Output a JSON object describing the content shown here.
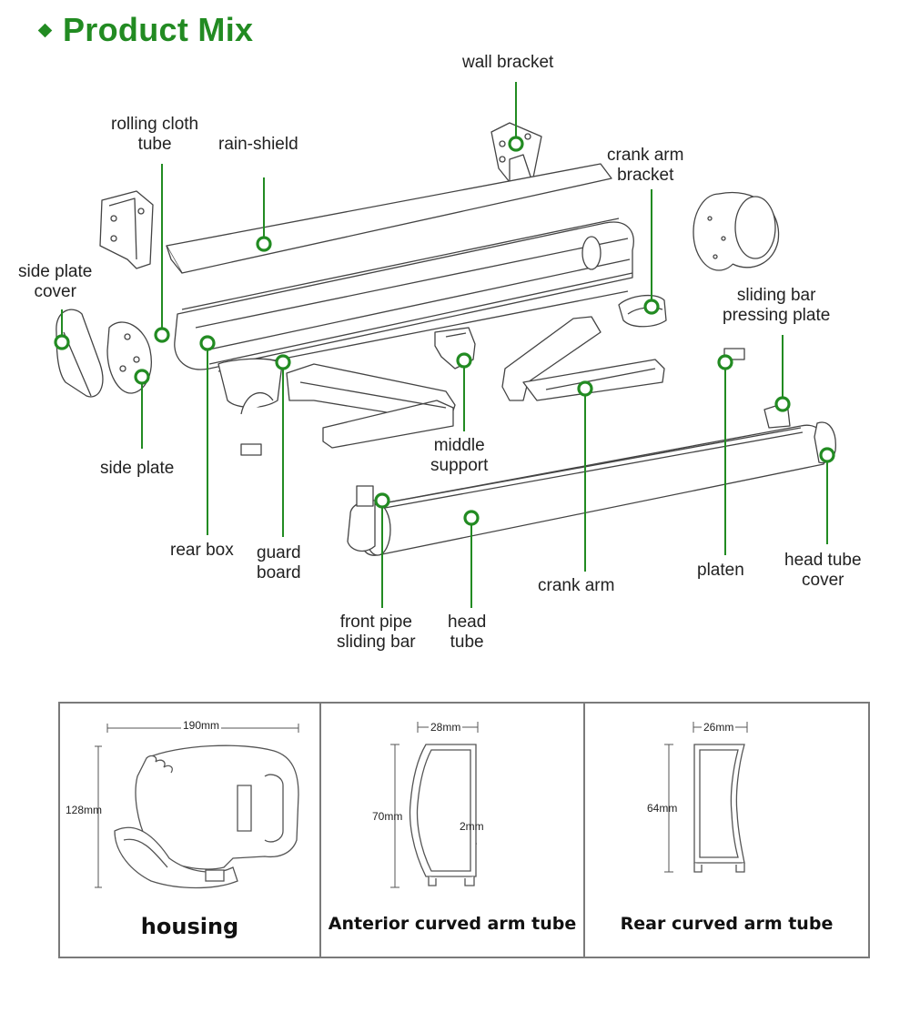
{
  "title": "Product Mix",
  "accent_color": "#228b22",
  "labels": {
    "wall_bracket": "wall bracket",
    "rolling_cloth_tube": [
      "rolling cloth",
      "tube"
    ],
    "rain_shield": "rain-shield",
    "crank_arm_bracket": [
      "crank arm",
      "bracket"
    ],
    "side_plate_cover": [
      "side plate",
      "cover"
    ],
    "sliding_bar_pressing_plate": [
      "sliding bar",
      "pressing plate"
    ],
    "side_plate": "side plate",
    "middle_support": [
      "middle",
      "support"
    ],
    "rear_box": "rear box",
    "guard_board": [
      "guard",
      "board"
    ],
    "crank_arm": "crank arm",
    "platen": "platen",
    "head_tube_cover": [
      "head tube",
      "cover"
    ],
    "front_pipe_sliding_bar": [
      "front pipe",
      "sliding bar"
    ],
    "head_tube": [
      "head",
      "tube"
    ]
  },
  "specs": [
    {
      "caption": "housing",
      "width": "190mm",
      "height": "128mm"
    },
    {
      "caption": "Anterior curved arm tube",
      "width": "28mm",
      "height": "70mm",
      "wall": "2mm"
    },
    {
      "caption": "Rear curved arm tube",
      "width": "26mm",
      "height": "64mm"
    }
  ]
}
